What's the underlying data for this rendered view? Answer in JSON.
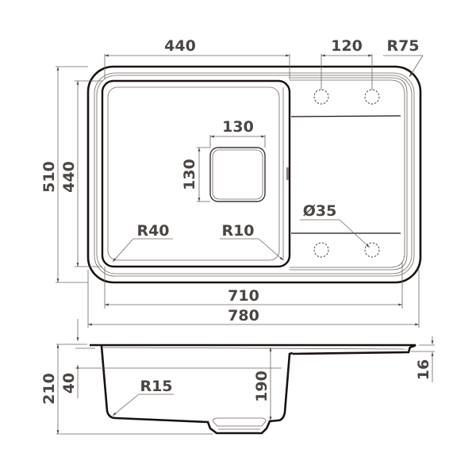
{
  "drawing": {
    "title": "Kitchen sink technical drawing",
    "units": "mm",
    "top_view": {
      "dimensions": {
        "bowl_width": "440",
        "hole_spacing": "120",
        "corner_radius_outer": "R75",
        "overall_depth": "510",
        "bowl_depth": "440",
        "drain_width": "130",
        "drain_height": "130",
        "bowl_corner_radius": "R40",
        "drain_corner_radius": "R10",
        "tap_hole_diameter": "Ø35",
        "inner_width": "710",
        "overall_width": "780"
      }
    },
    "side_view": {
      "dimensions": {
        "overall_height": "210",
        "rim_height": "40",
        "bowl_bottom_radius": "R15",
        "bowl_depth": "190",
        "rim_thickness": "16"
      }
    },
    "colors": {
      "outline": "#1a1210",
      "dimension_line": "#6e6560",
      "dimension_text": "#4a4542"
    }
  }
}
